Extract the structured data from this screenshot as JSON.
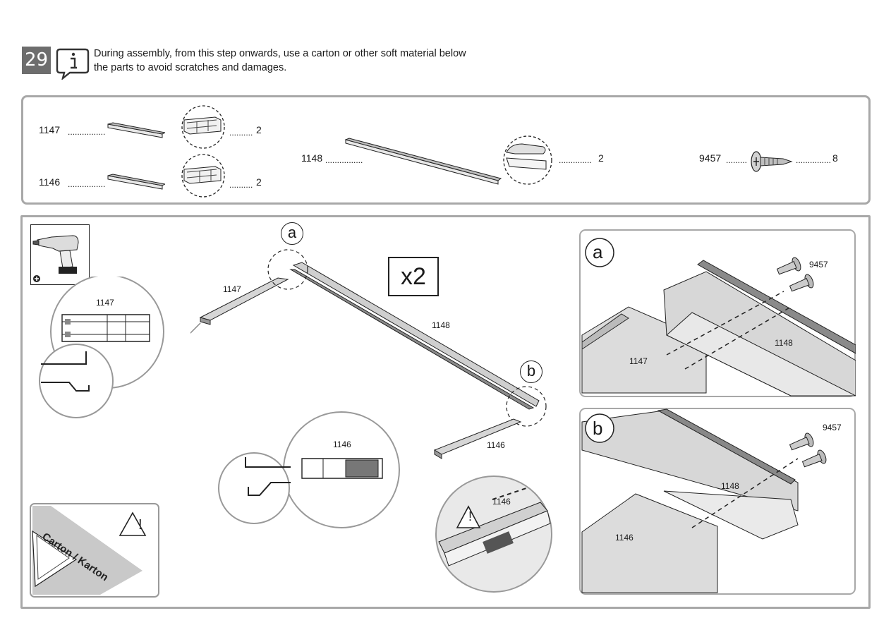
{
  "step": {
    "number": "29",
    "note_line1": "During assembly, from this step onwards, use a carton or other soft material below",
    "note_line2": "the parts to avoid scratches and damages."
  },
  "parts": [
    {
      "id": "1147",
      "dots": "................",
      "qty_dots": "..........",
      "qty": "2"
    },
    {
      "id": "1146",
      "dots": "................",
      "qty_dots": "..........",
      "qty": "2"
    },
    {
      "id": "1148",
      "dots": "................",
      "qty_dots": "..............",
      "qty": "2"
    },
    {
      "id": "9457",
      "dots": ".........",
      "qty_dots": "...............",
      "qty": "8"
    }
  ],
  "diagram": {
    "multiplier": "x2",
    "callout_a": "a",
    "callout_b": "b",
    "label_1147": "1147",
    "label_1148": "1148",
    "label_1146": "1146",
    "detail_a_screw": "9457",
    "detail_b_screw": "9457",
    "carton_text": "Carton / Karton",
    "warning_symbol": "!"
  }
}
